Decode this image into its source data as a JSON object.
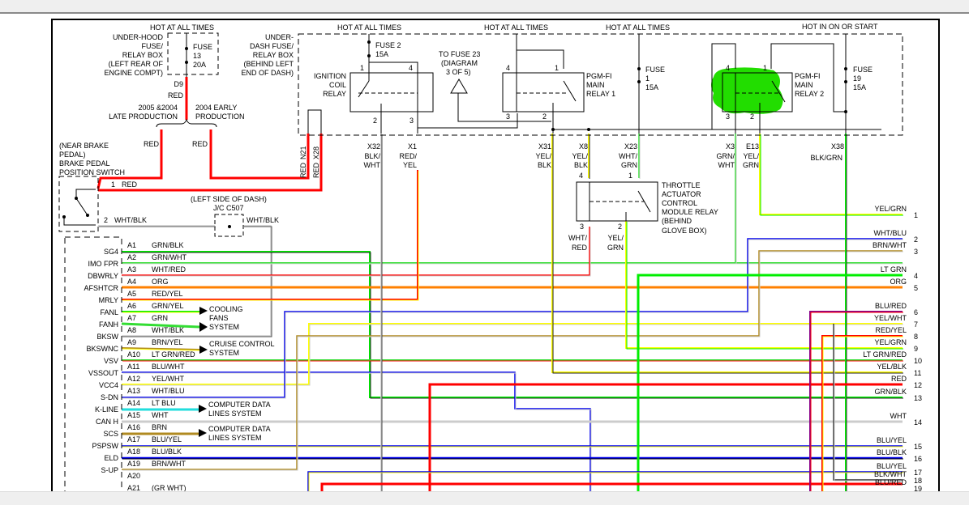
{
  "window": {
    "title_fragment": ""
  },
  "header_labels": {
    "hot1": "HOT AT ALL TIMES",
    "hot2": "HOT AT ALL TIMES",
    "hot3": "HOT AT ALL TIMES",
    "hot4": "HOT AT ALL TIMES",
    "hot_on_start": "HOT IN ON OR START"
  },
  "underhood_box": {
    "lines": [
      "UNDER-HOOD",
      "FUSE/",
      "RELAY BOX",
      "(LEFT REAR OF",
      "ENGINE COMPT)"
    ],
    "fuse": [
      "FUSE",
      "13",
      "20A"
    ],
    "connector": "D9",
    "wire": "RED"
  },
  "production_labels": {
    "left": [
      "2005 &2004",
      "LATE PRODUCTION"
    ],
    "right": [
      "2004 EARLY",
      "PRODUCTION"
    ],
    "left_wire": "RED",
    "right_wire": "RED"
  },
  "underdash_box": {
    "lines": [
      "UNDER-",
      "DASH FUSE/",
      "RELAY BOX",
      "(BEHIND LEFT",
      "END OF DASH)"
    ]
  },
  "fuses": {
    "fuse2": [
      "FUSE 2",
      "15A"
    ],
    "fuse1": [
      "FUSE",
      "1",
      "15A"
    ],
    "fuse19": [
      "FUSE",
      "19",
      "15A"
    ]
  },
  "to_fuse23": [
    "TO FUSE 23",
    "(DIAGRAM",
    "3 OF 5)"
  ],
  "relays": {
    "ignition": {
      "name": [
        "IGNITION",
        "COIL",
        "RELAY"
      ],
      "pins": [
        "1",
        "4",
        "2",
        "3"
      ]
    },
    "main1": {
      "name": [
        "PGM-FI",
        "MAIN",
        "RELAY 1"
      ],
      "pins": [
        "4",
        "1",
        "3",
        "2"
      ]
    },
    "main2": {
      "name": [
        "PGM-FI",
        "MAIN",
        "RELAY 2"
      ],
      "pins": [
        "4",
        "1",
        "3",
        "2"
      ],
      "highlight": "#22dd00"
    },
    "throttle": {
      "name": [
        "THROTTLE",
        "ACTUATOR",
        "CONTROL",
        "MODULE RELAY",
        "(BEHIND",
        "GLOVE BOX)"
      ],
      "pins": [
        "4",
        "1",
        "3",
        "2"
      ]
    }
  },
  "dash_connectors": [
    {
      "id": "N21",
      "wire": "RED"
    },
    {
      "id": "X28",
      "wire": "RED"
    },
    {
      "id": "X32",
      "wire": [
        "BLK/",
        "WHT"
      ]
    },
    {
      "id": "X1",
      "wire": [
        "RED/",
        "YEL"
      ]
    },
    {
      "id": "X31",
      "wire": [
        "YEL/",
        "BLK"
      ]
    },
    {
      "id": "X8",
      "wire": [
        "YEL/",
        "BLK"
      ]
    },
    {
      "id": "X23",
      "wire": [
        "WHT/",
        "GRN"
      ]
    },
    {
      "id": "X3",
      "wire": [
        "GRN/",
        "WHT"
      ]
    },
    {
      "id": "E13",
      "wire": [
        "YEL/",
        "GRN"
      ]
    },
    {
      "id": "X38",
      "wire": [
        "BLK/GRN"
      ]
    }
  ],
  "throttle_wires": {
    "pin3": [
      "WHT/",
      "RED"
    ],
    "pin2": [
      "YEL/",
      "GRN"
    ]
  },
  "brake_switch": {
    "lines": [
      "(NEAR BRAKE",
      "PEDAL)",
      "BRAKE PEDAL",
      "POSITION SWITCH"
    ],
    "pin1": "1",
    "pin1_wire": "RED",
    "pin2": "2",
    "pin2_wire": "WHT/BLK"
  },
  "junction": {
    "location": "(LEFT SIDE OF DASH)",
    "name": "J/C C507",
    "wire": "WHT/BLK"
  },
  "ecm_pins": [
    {
      "pin": "A1",
      "signal": "SG4",
      "wire": "GRN/BLK"
    },
    {
      "pin": "A2",
      "signal": "IMO FPR",
      "wire": "GRN/WHT"
    },
    {
      "pin": "A3",
      "signal": "DBWRLY",
      "wire": "WHT/RED"
    },
    {
      "pin": "A4",
      "signal": "AFSHTCR",
      "wire": "ORG"
    },
    {
      "pin": "A5",
      "signal": "MRLY",
      "wire": "RED/YEL"
    },
    {
      "pin": "A6",
      "signal": "FANL",
      "wire": "GRN/YEL"
    },
    {
      "pin": "A7",
      "signal": "FANH",
      "wire": "GRN"
    },
    {
      "pin": "A8",
      "signal": "BKSW",
      "wire": "WHT/BLK"
    },
    {
      "pin": "A9",
      "signal": "BKSWNC",
      "wire": "BRN/YEL"
    },
    {
      "pin": "A10",
      "signal": "VSV",
      "wire": "LT GRN/RED"
    },
    {
      "pin": "A11",
      "signal": "VSSOUT",
      "wire": "BLU/WHT"
    },
    {
      "pin": "A12",
      "signal": "VCC4",
      "wire": "YEL/WHT"
    },
    {
      "pin": "A13",
      "signal": "S-DN",
      "wire": "WHT/BLU"
    },
    {
      "pin": "A14",
      "signal": "K-LINE",
      "wire": "LT BLU"
    },
    {
      "pin": "A15",
      "signal": "CAN H",
      "wire": "WHT"
    },
    {
      "pin": "A16",
      "signal": "SCS",
      "wire": "BRN"
    },
    {
      "pin": "A17",
      "signal": "PSPSW",
      "wire": "BLU/YEL"
    },
    {
      "pin": "A18",
      "signal": "ELD",
      "wire": "BLU/BLK"
    },
    {
      "pin": "A19",
      "signal": "S-UP",
      "wire": "BRN/WHT"
    },
    {
      "pin": "A20",
      "signal": "",
      "wire": ""
    },
    {
      "pin": "A21",
      "signal": "",
      "wire": "(GR WHT)"
    }
  ],
  "system_refs": {
    "cooling": [
      "COOLING",
      "FANS",
      "SYSTEM"
    ],
    "cruise": [
      "CRUISE CONTROL",
      "SYSTEM"
    ],
    "data1": [
      "COMPUTER DATA",
      "LINES SYSTEM"
    ],
    "data2": [
      "COMPUTER DATA",
      "LINES SYSTEM"
    ]
  },
  "right_terminals": [
    {
      "num": "1",
      "wire": "YEL/GRN"
    },
    {
      "num": "2",
      "wire": "WHT/BLU"
    },
    {
      "num": "3",
      "wire": "BRN/WHT"
    },
    {
      "num": "4",
      "wire": "LT GRN"
    },
    {
      "num": "5",
      "wire": "ORG"
    },
    {
      "num": "6",
      "wire": "BLU/RED"
    },
    {
      "num": "7",
      "wire": "YEL/WHT"
    },
    {
      "num": "8",
      "wire": "RED/YEL"
    },
    {
      "num": "9",
      "wire": "YEL/GRN"
    },
    {
      "num": "10",
      "wire": "LT GRN/RED"
    },
    {
      "num": "11",
      "wire": "YEL/BLK"
    },
    {
      "num": "12",
      "wire": "RED"
    },
    {
      "num": "13",
      "wire": "GRN/BLK"
    },
    {
      "num": "14",
      "wire": "WHT"
    },
    {
      "num": "15",
      "wire": "BLU/YEL"
    },
    {
      "num": "16",
      "wire": "BLU/BLK"
    },
    {
      "num": "17",
      "wire": "BLU/YEL"
    },
    {
      "num": "18",
      "wire": "BLK/WHT"
    },
    {
      "num": "19",
      "wire": "BLU/RED"
    }
  ],
  "colors": {
    "red": "#ff0000",
    "yellow": "#ffff00",
    "green": "#00ee00",
    "ltgreen": "#33dd33",
    "blue": "#0000ee",
    "orange": "#ff8000",
    "brown": "#b08a20",
    "gray": "#cccccc",
    "black": "#333333",
    "cyan": "#22dddd",
    "purple": "#880088"
  }
}
